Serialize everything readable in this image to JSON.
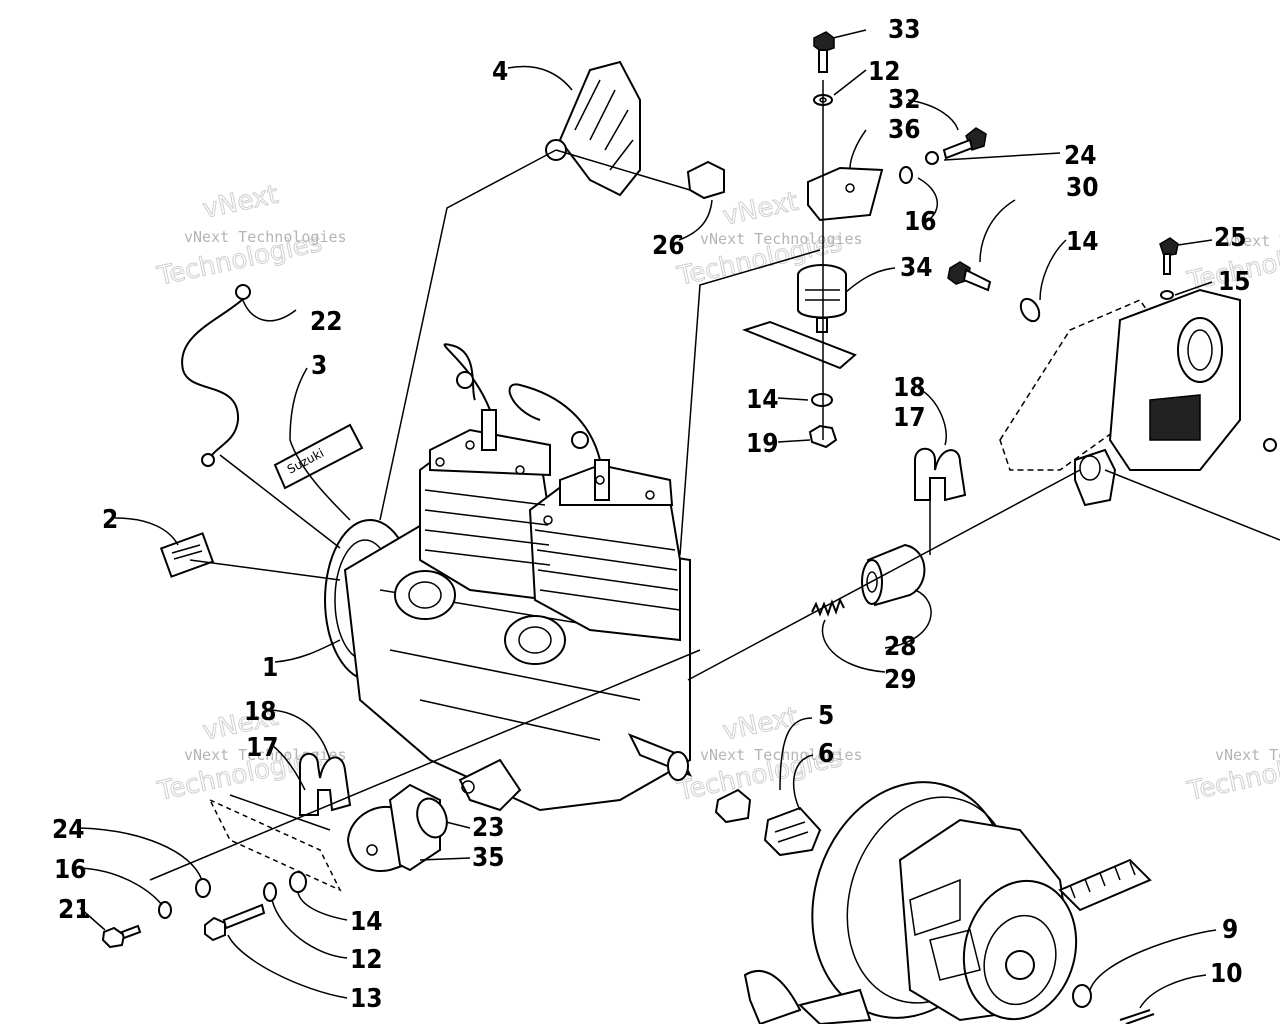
{
  "colors": {
    "ink": "#000000",
    "background": "#ffffff",
    "watermark": "#999999"
  },
  "watermark": {
    "line1": "vNext Technologies",
    "line2": "Technologies",
    "line3": "vNext"
  },
  "callouts": {
    "c1": "1",
    "c2": "2",
    "c3": "3",
    "c4": "4",
    "c5": "5",
    "c6": "6",
    "c9": "9",
    "c10": "10",
    "c12a": "12",
    "c12b": "12",
    "c13": "13",
    "c14a": "14",
    "c14b": "14",
    "c14c": "14",
    "c15": "15",
    "c16a": "16",
    "c16b": "16",
    "c17a": "17",
    "c17b": "17",
    "c18a": "18",
    "c18b": "18",
    "c19": "19",
    "c21": "21",
    "c22": "22",
    "c23": "23",
    "c24a": "24",
    "c24b": "24",
    "c25": "25",
    "c26": "26",
    "c28": "28",
    "c29": "29",
    "c30": "30",
    "c32": "32",
    "c33": "33",
    "c34": "34",
    "c35": "35",
    "c36": "36"
  },
  "decal_text": "Suzuki"
}
